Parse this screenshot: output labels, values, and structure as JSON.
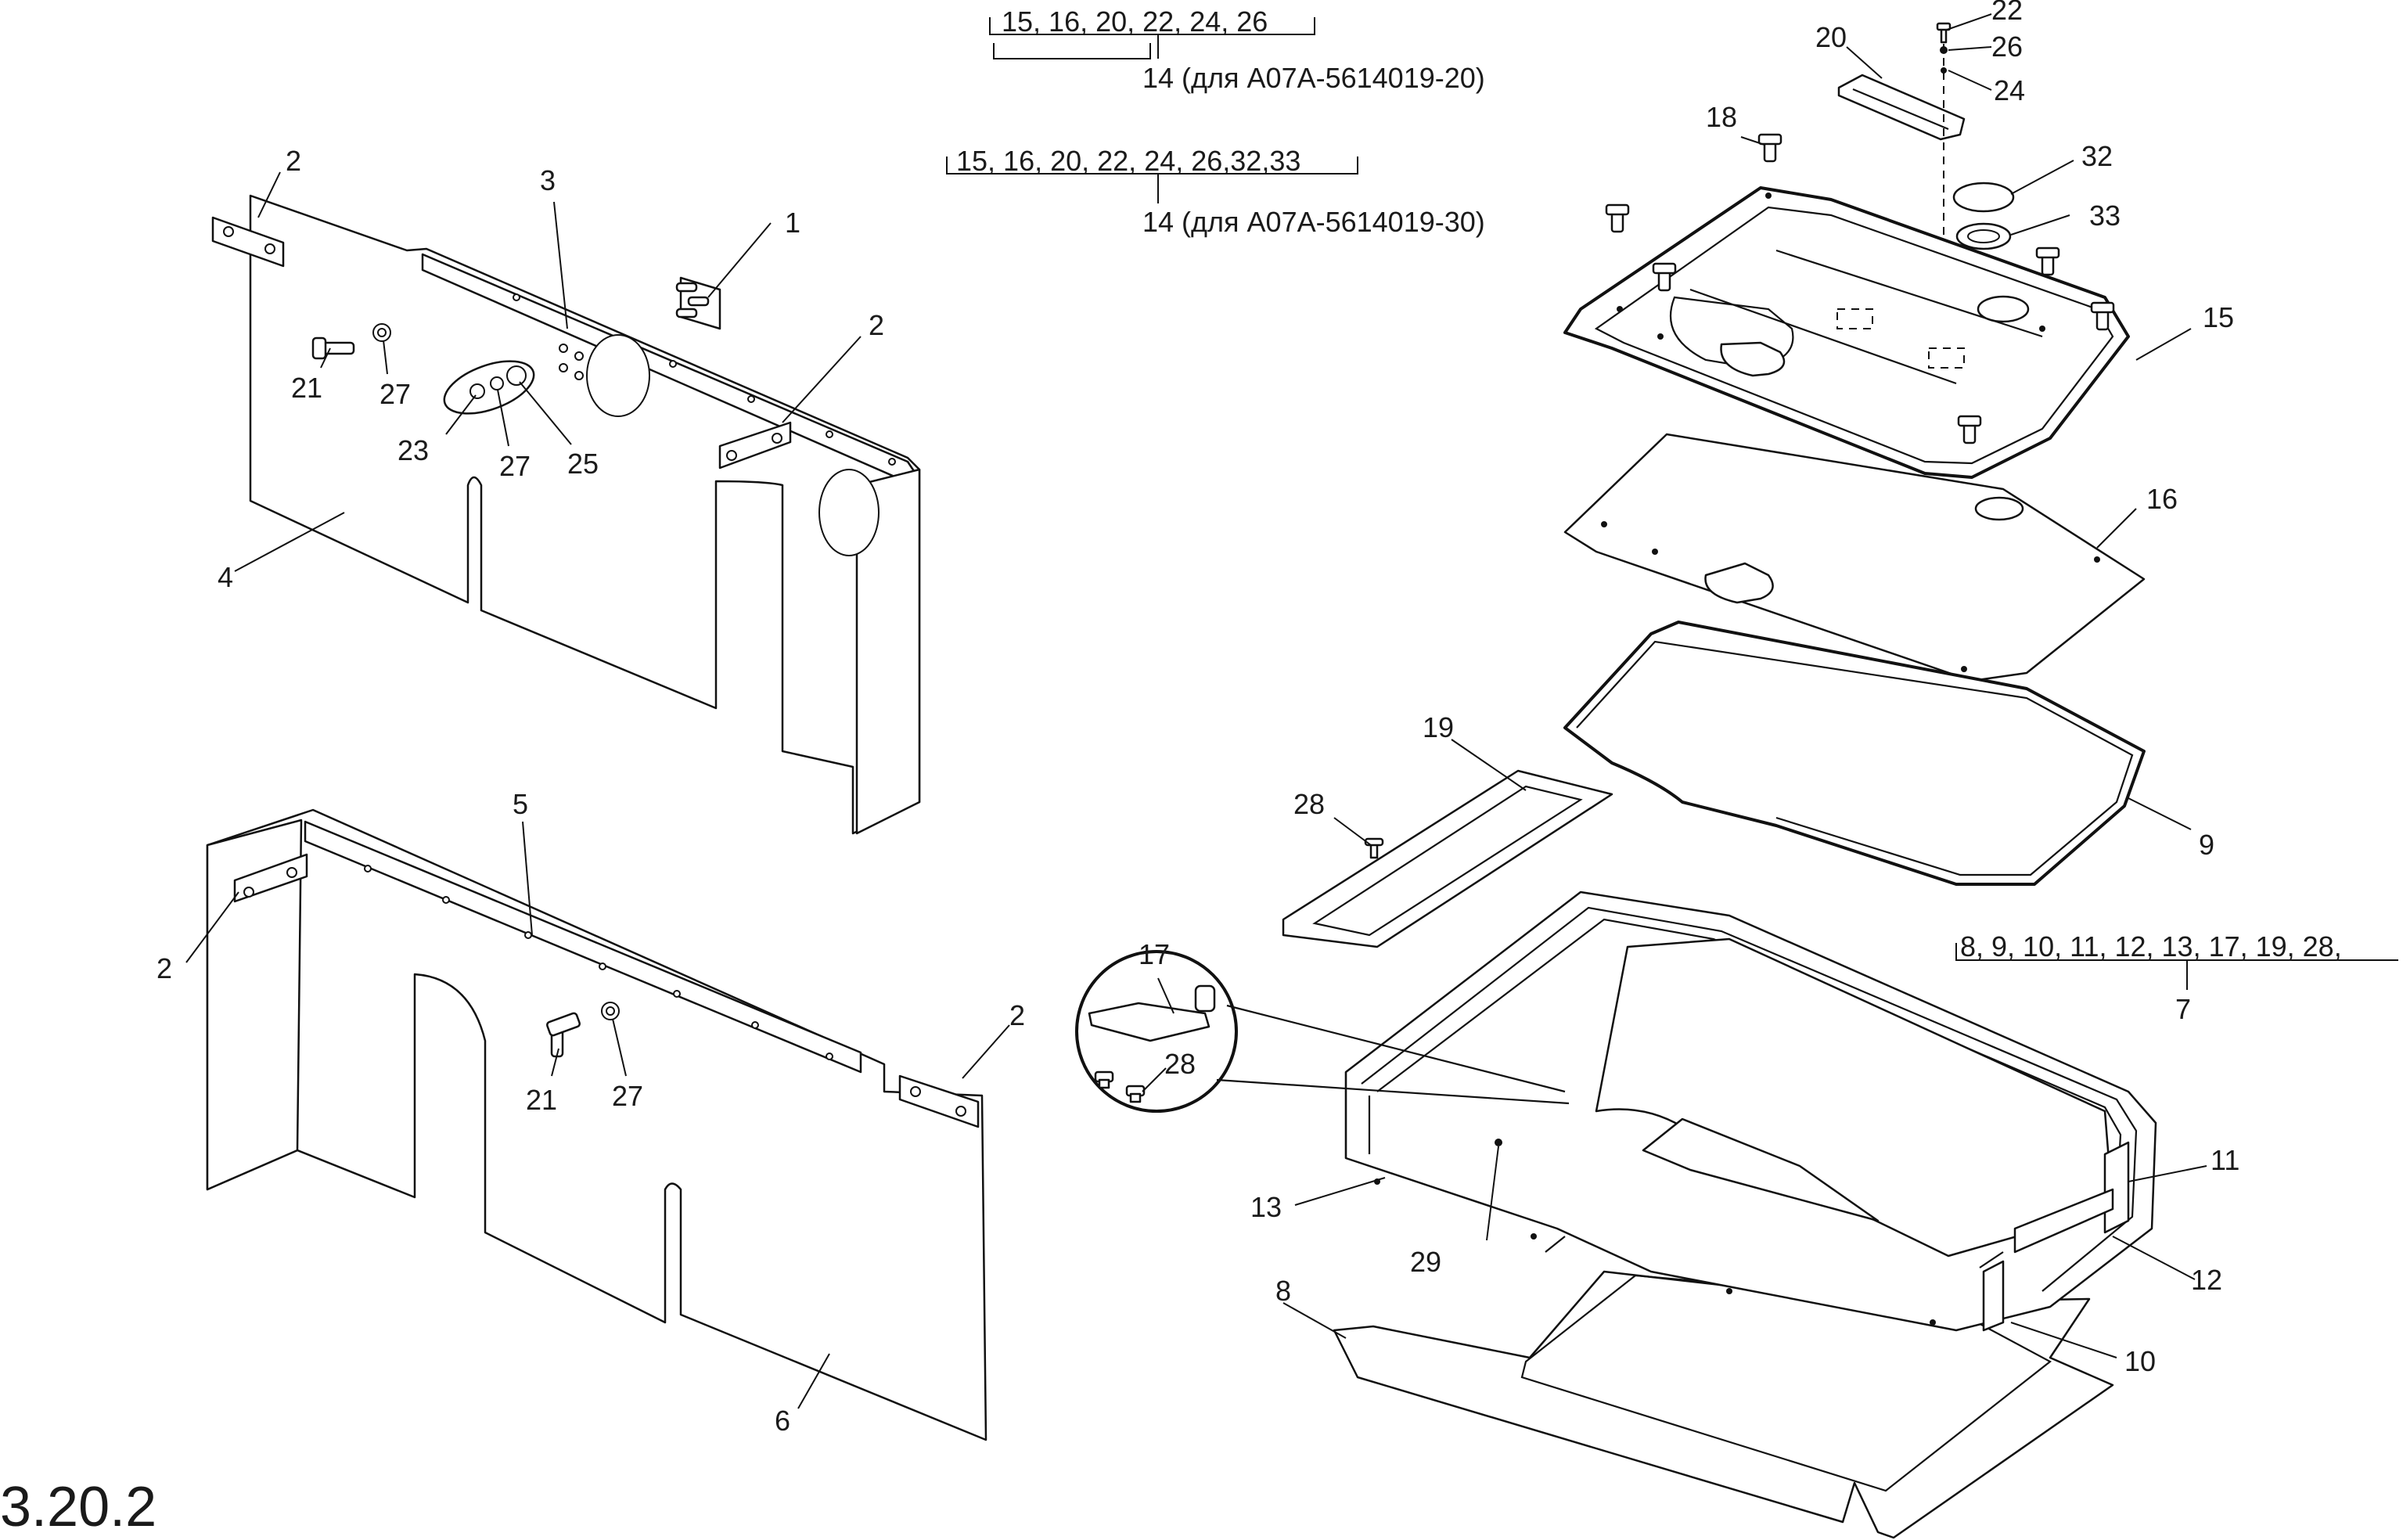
{
  "figure_number": "3.20.2",
  "group_labels": [
    {
      "parts": "15, 16, 20, 22, 24, 26",
      "assembly": "14 (для А07А-5614019-20)"
    },
    {
      "parts": "15, 16, 20, 22, 24, 26,32,33",
      "assembly": "14 (для А07А-5614019-30)"
    },
    {
      "parts": "8, 9, 10, 11, 12, 13, 17, 19, 28,",
      "assembly": "7"
    }
  ],
  "callouts": {
    "p1": "1",
    "p2a": "2",
    "p2b": "2",
    "p2c": "2",
    "p2d": "2",
    "p3": "3",
    "p4": "4",
    "p5": "5",
    "p6": "6",
    "p7": "7",
    "p8": "8",
    "p9": "9",
    "p10": "10",
    "p11": "11",
    "p12": "12",
    "p13": "13",
    "p15": "15",
    "p16": "16",
    "p17": "17",
    "p18": "18",
    "p19": "19",
    "p20": "20",
    "p21a": "21",
    "p21b": "21",
    "p22": "22",
    "p23": "23",
    "p24": "24",
    "p25": "25",
    "p26": "26",
    "p27a": "27",
    "p27b": "27",
    "p27c": "27",
    "p28a": "28",
    "p28b": "28",
    "p29": "29",
    "p32": "32",
    "p33": "33"
  }
}
